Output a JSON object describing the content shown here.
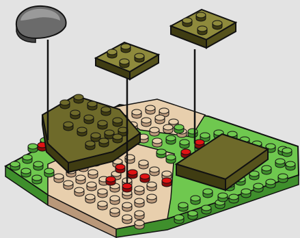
{
  "scene": {
    "background": "#e3e3e3",
    "colors": {
      "baseplate_green": "#6fc84f",
      "baseplate_green_dark": "#3f8f2c",
      "tan": "#e8cfad",
      "tan_dark": "#b9987a",
      "olive": "#6e6a2a",
      "olive_dark": "#3f3c12",
      "olive_light": "#8e8a3c",
      "red_marker": "#e01414",
      "rock_gray": "#6b6b6b",
      "outline": "#111111",
      "guide_line": "#111111"
    },
    "parts": [
      {
        "name": "rock-piece",
        "color": "gray",
        "icon": "rounded-slope-icon"
      },
      {
        "name": "plate-2x2-left",
        "color": "olive",
        "studs": 4
      },
      {
        "name": "plate-2x2-right",
        "color": "olive",
        "studs": 4
      },
      {
        "name": "baseplate",
        "color": "green"
      },
      {
        "name": "tan-plate",
        "color": "tan"
      },
      {
        "name": "olive-wedge-plates",
        "color": "olive"
      },
      {
        "name": "olive-tile-2x4",
        "color": "olive"
      }
    ],
    "red_markers": 10,
    "guide_lines": 3
  }
}
